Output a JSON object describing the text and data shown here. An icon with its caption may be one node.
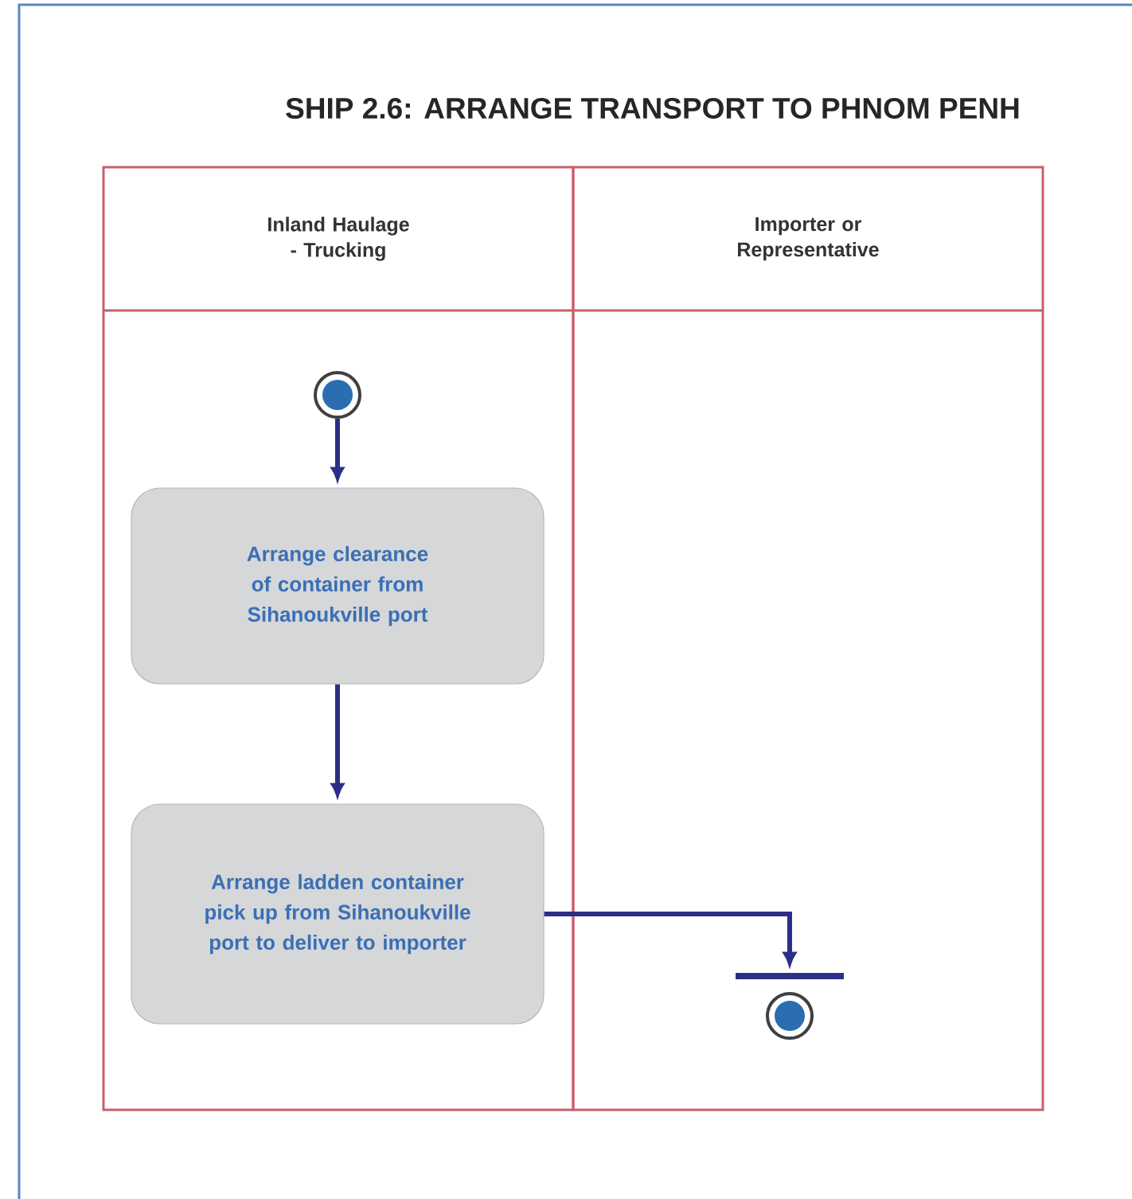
{
  "diagram": {
    "title": "SHIP 2.6: ARRANGE TRANSPORT TO PHNOM PENH",
    "nodes": [
      {
        "text": [
          "Inland Haulage - Trucking"
        ]
      },
      {
        "text": [
          "Importer or Representative"
        ]
      },
      {
        "text": [],
        "shape": "circle",
        "in": 0
      },
      {
        "text": [
          "Arrange clearance of container from Sihanoukville port"
        ],
        "in": 0
      },
      {
        "text": [
          "Arrange ladden container pick up from Sihanoukville port to deliver to importer"
        ],
        "in": 0
      },
      {
        "text": [],
        "shape": "bar",
        "in": 1
      },
      {
        "text": [],
        "shape": "circle",
        "in": 1
      }
    ],
    "edges": [
      {
        "from": 2,
        "to": 3,
        "arrow": "to"
      },
      {
        "from": 3,
        "to": 4,
        "arrow": "to"
      },
      {
        "from": 4,
        "to": 5,
        "arrow": "to"
      }
    ]
  }
}
